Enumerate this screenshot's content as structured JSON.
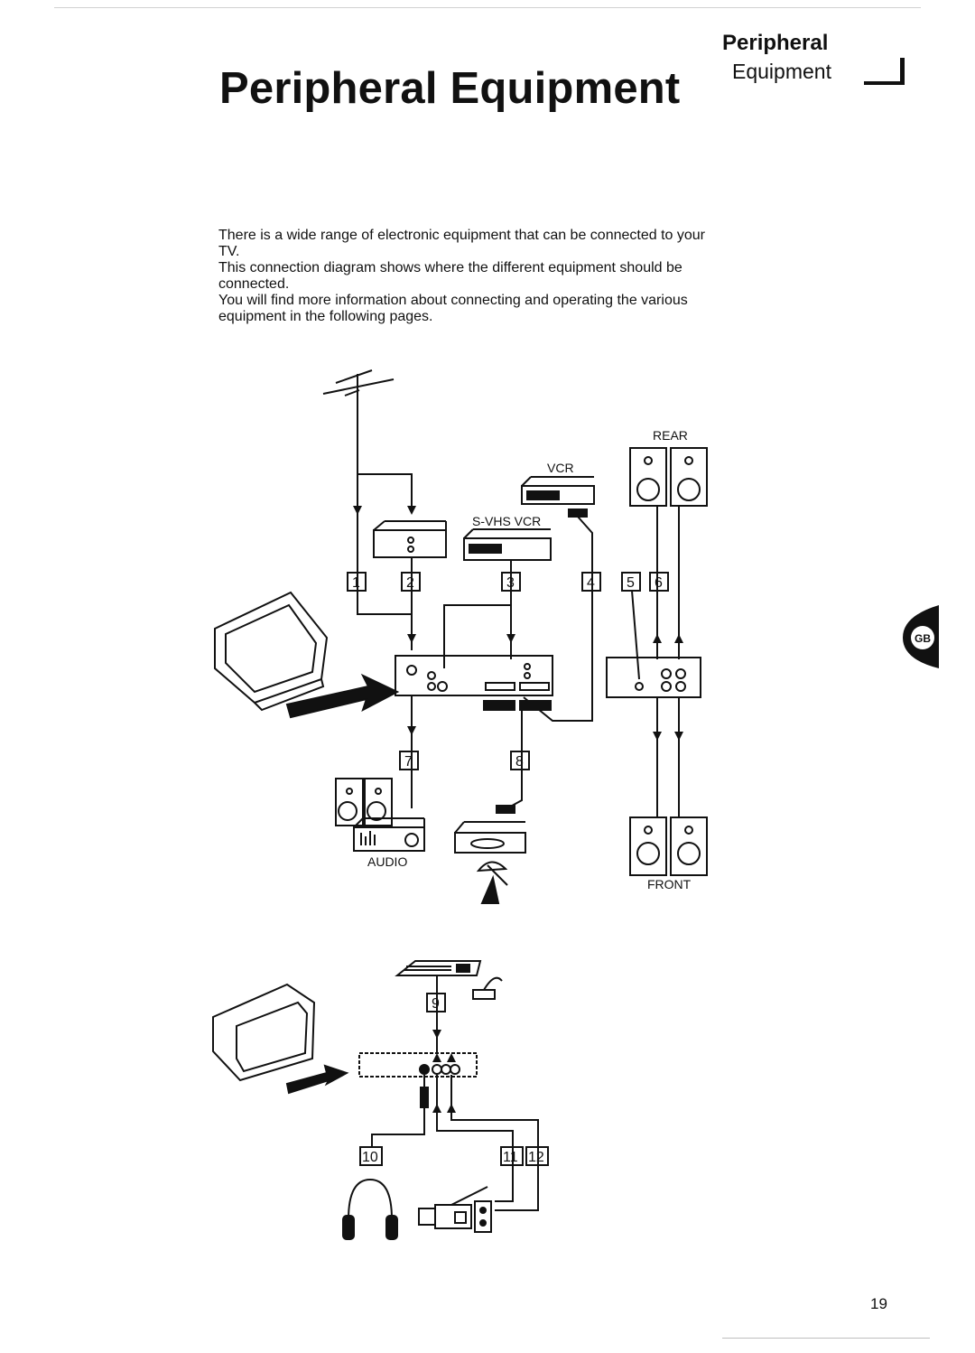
{
  "header": {
    "title": "Peripheral Equipment",
    "tab_line1": "Peripheral",
    "tab_line2": "Equipment"
  },
  "intro": {
    "paragraph1": "There is a wide range of electronic equipment that can be connected to your TV.",
    "paragraph2": "This connection diagram shows where the different equipment should be connected.",
    "paragraph3": "You will find more information about connecting and operating the various equipment in the following pages."
  },
  "diagram": {
    "labels": {
      "vcr": "VCR",
      "svhs_vcr": "S-VHS VCR",
      "rear": "REAR",
      "front": "FRONT",
      "audio": "AUDIO"
    },
    "connection_numbers": [
      "1",
      "2",
      "3",
      "4",
      "5",
      "6",
      "7",
      "8",
      "9",
      "10",
      "11",
      "12"
    ]
  },
  "language_tab": "GB",
  "page_number": "19",
  "colors": {
    "ink": "#111111",
    "paper": "#ffffff"
  }
}
